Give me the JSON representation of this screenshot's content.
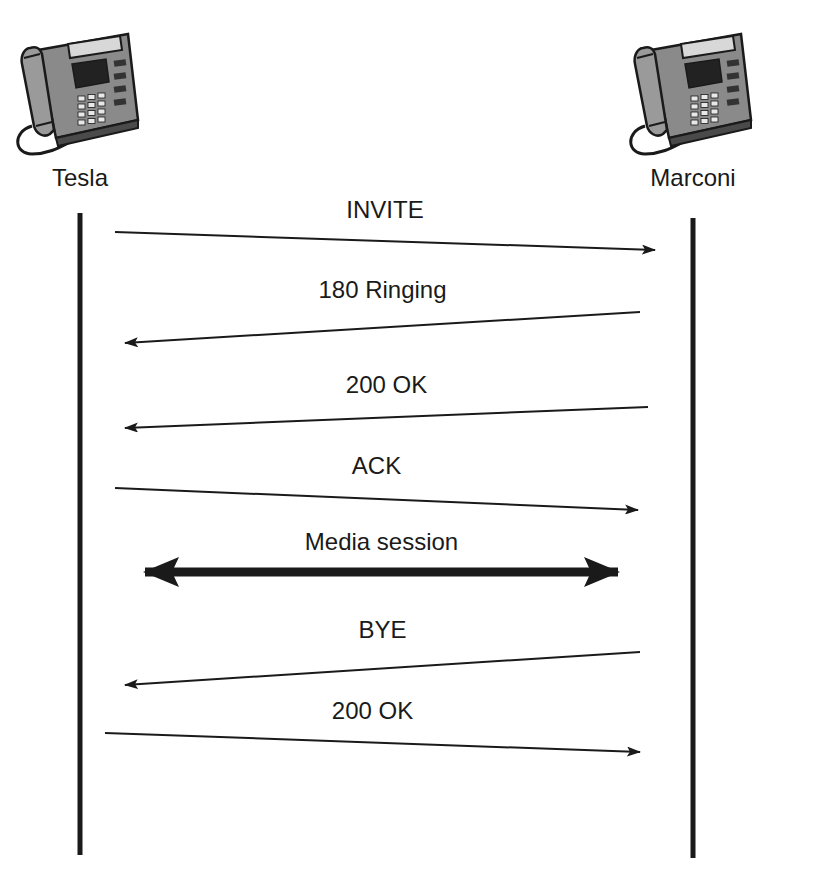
{
  "diagram": {
    "nodes": [
      {
        "text": [
          "Tesla"
        ]
      },
      {
        "text": [
          "Marconi"
        ]
      }
    ],
    "edges": [
      {
        "from": 0,
        "to": 1,
        "label": "INVITE",
        "arrow": "to"
      },
      {
        "from": 1,
        "to": 0,
        "label": "180 Ringing",
        "arrow": "to"
      },
      {
        "from": 1,
        "to": 0,
        "label": "200 OK",
        "arrow": "to"
      },
      {
        "from": 0,
        "to": 1,
        "label": "ACK",
        "arrow": "to"
      },
      {
        "from": 0,
        "to": 1,
        "label": "Media session",
        "arrow": "both"
      },
      {
        "from": 1,
        "to": 0,
        "label": "BYE",
        "arrow": "to"
      },
      {
        "from": 0,
        "to": 1,
        "label": "200 OK",
        "arrow": "to"
      }
    ]
  }
}
